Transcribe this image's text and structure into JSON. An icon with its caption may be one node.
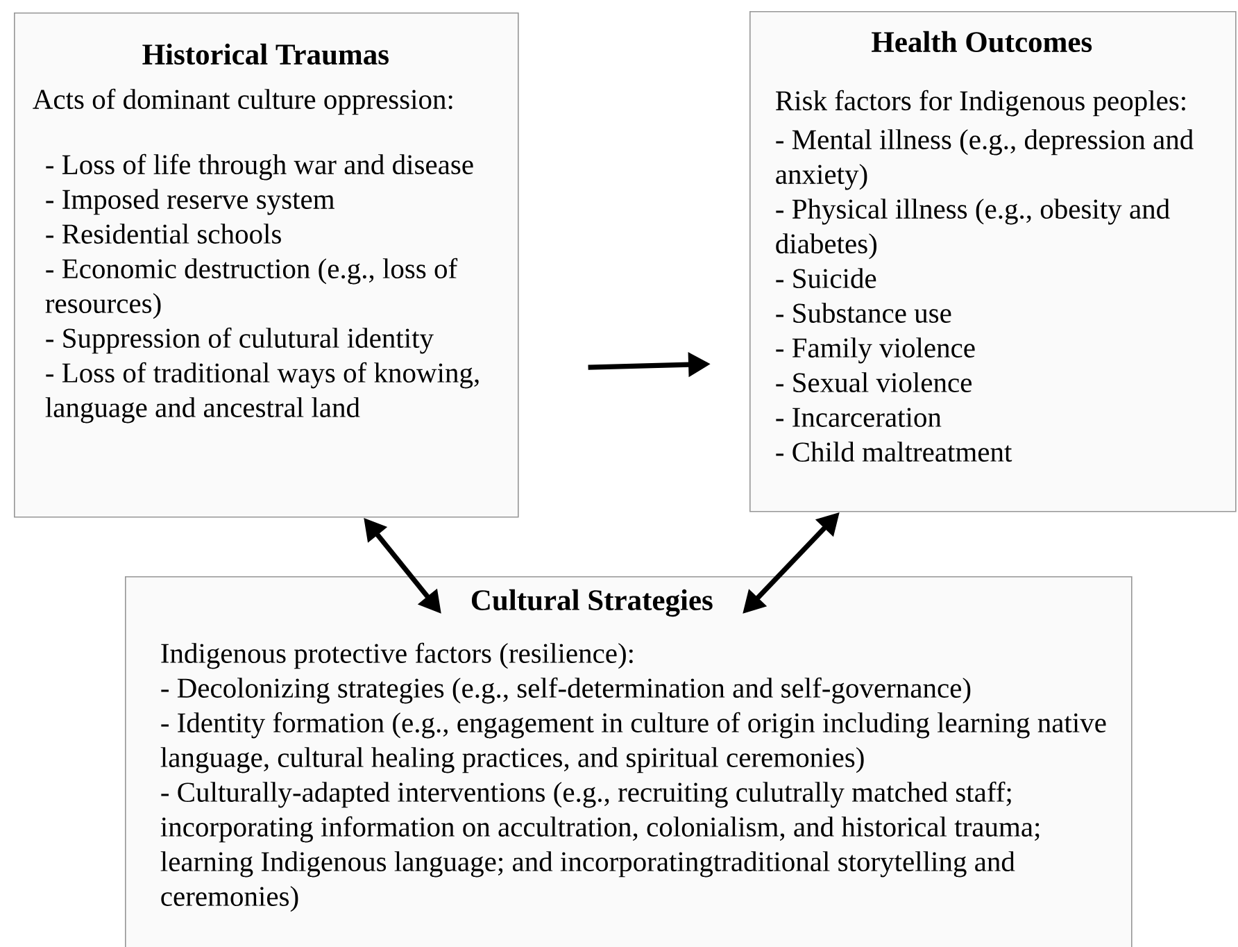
{
  "diagram": {
    "nodes": [
      {
        "text": [
          "Historical Traumas",
          "Acts of dominant culture oppression:",
          "- Loss of life through war and disease",
          "- Imposed reserve system",
          "- Residential schools",
          "- Economic destruction (e.g., loss of resources)",
          "- Suppression of culutural identity",
          "- Loss of traditional ways of knowing, language and ancestral land"
        ]
      },
      {
        "text": [
          "Health Outcomes",
          "Risk factors for Indigenous peoples:",
          "- Mental illness (e.g., depression and anxiety)",
          "- Physical illness (e.g., obesity and diabetes)",
          "- Suicide",
          "- Substance use",
          "- Family violence",
          "- Sexual violence",
          "- Incarceration",
          "- Child maltreatment"
        ]
      },
      {
        "text": [
          "Cultural Strategies",
          "Indigenous protective factors (resilience):",
          "- Decolonizing strategies (e.g., self-determination and self-governance)",
          "- Identity formation (e.g., engagement in culture of origin including learning native language, cultural healing practices, and spiritual ceremonies)",
          "- Culturally-adapted interventions (e.g., recruiting culutrally matched staff; incorporating information on accultration, colonialism, and historical trauma; learning Indigenous language; and incorporatingtraditional storytelling and ceremonies)"
        ]
      }
    ],
    "edges": [
      {
        "from": 0,
        "to": 1,
        "arrow": "to"
      },
      {
        "from": 0,
        "to": 2,
        "arrow": "both"
      },
      {
        "from": 1,
        "to": 2,
        "arrow": "both"
      }
    ]
  }
}
